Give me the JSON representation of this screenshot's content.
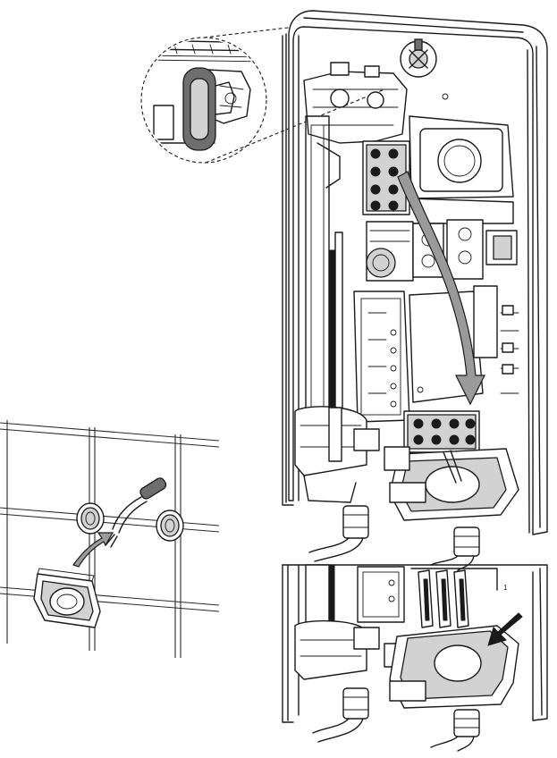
{
  "figure": {
    "background": "#ffffff",
    "line_color": "#1a1a1a",
    "shade_color": "#d2d2d2",
    "arrow_color": "#9a9a9a",
    "detail_mark": "1"
  },
  "elements": [
    {
      "name": "main-heater-view",
      "icon": "water-heater-open-housing-icon"
    },
    {
      "name": "detail-circle-magnified",
      "icon": "grommet-closeup-icon"
    },
    {
      "name": "mounting-wall-grid",
      "icon": "tile-wall-icon"
    },
    {
      "name": "installation-arrow-left",
      "icon": "curved-arrow-icon"
    },
    {
      "name": "installation-arrow-main",
      "icon": "curved-arrow-icon"
    },
    {
      "name": "removal-arrow-lower",
      "icon": "arrow-down-left-icon"
    },
    {
      "name": "lower-detail-view",
      "icon": "cable-entry-detail-icon"
    }
  ]
}
